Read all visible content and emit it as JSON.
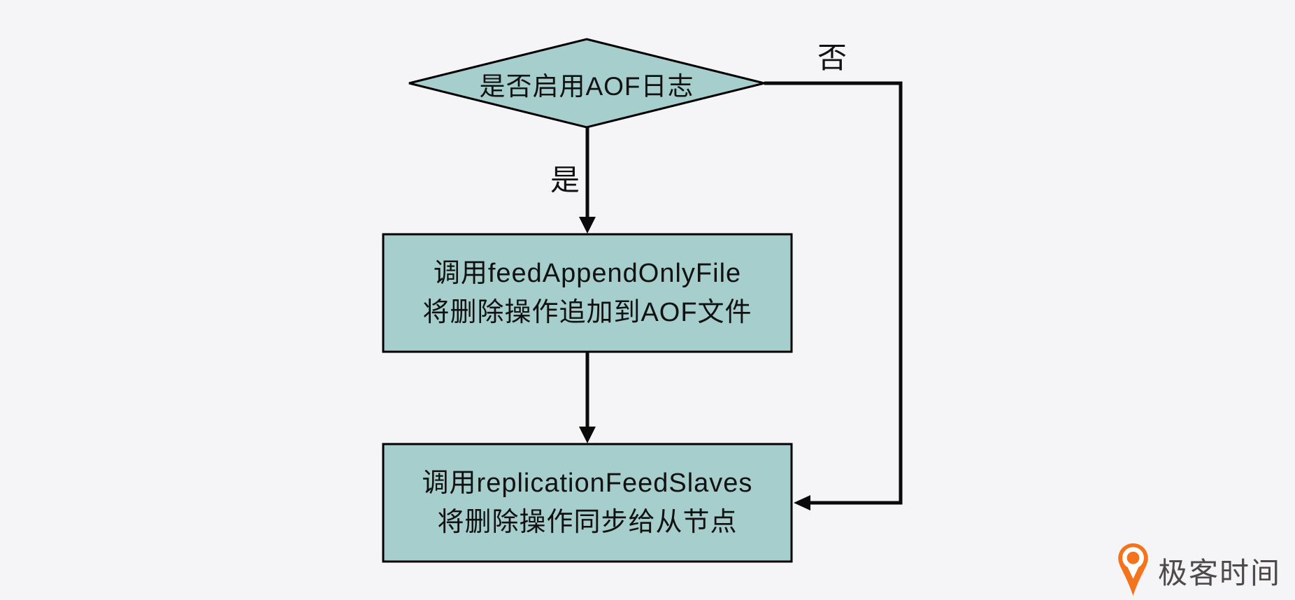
{
  "diagram": {
    "type": "flowchart",
    "decision": {
      "label": "是否启用AOF日志"
    },
    "branches": {
      "yes_label": "是",
      "no_label": "否"
    },
    "steps": [
      {
        "id": "feed-aof",
        "text": "调用feedAppendOnlyFile\n将删除操作追加到AOF文件"
      },
      {
        "id": "replication-feed-slaves",
        "text": "调用replicationFeedSlaves\n将删除操作同步给从节点"
      }
    ],
    "edges": [
      {
        "from": "decision",
        "to": "feed-aof",
        "label": "是"
      },
      {
        "from": "feed-aof",
        "to": "replication-feed-slaves",
        "label": ""
      },
      {
        "from": "decision",
        "to": "replication-feed-slaves",
        "label": "否"
      }
    ],
    "colors": {
      "background": "#f5f5f7",
      "shape_fill": "#a6cecd",
      "shape_border": "#000000",
      "line": "#0a0a0a",
      "text": "#111111"
    }
  },
  "brand": {
    "name": "极客时间",
    "icon": "geektime-pin-icon",
    "icon_color": "#f4731d",
    "text_color": "#4e4a4a"
  }
}
